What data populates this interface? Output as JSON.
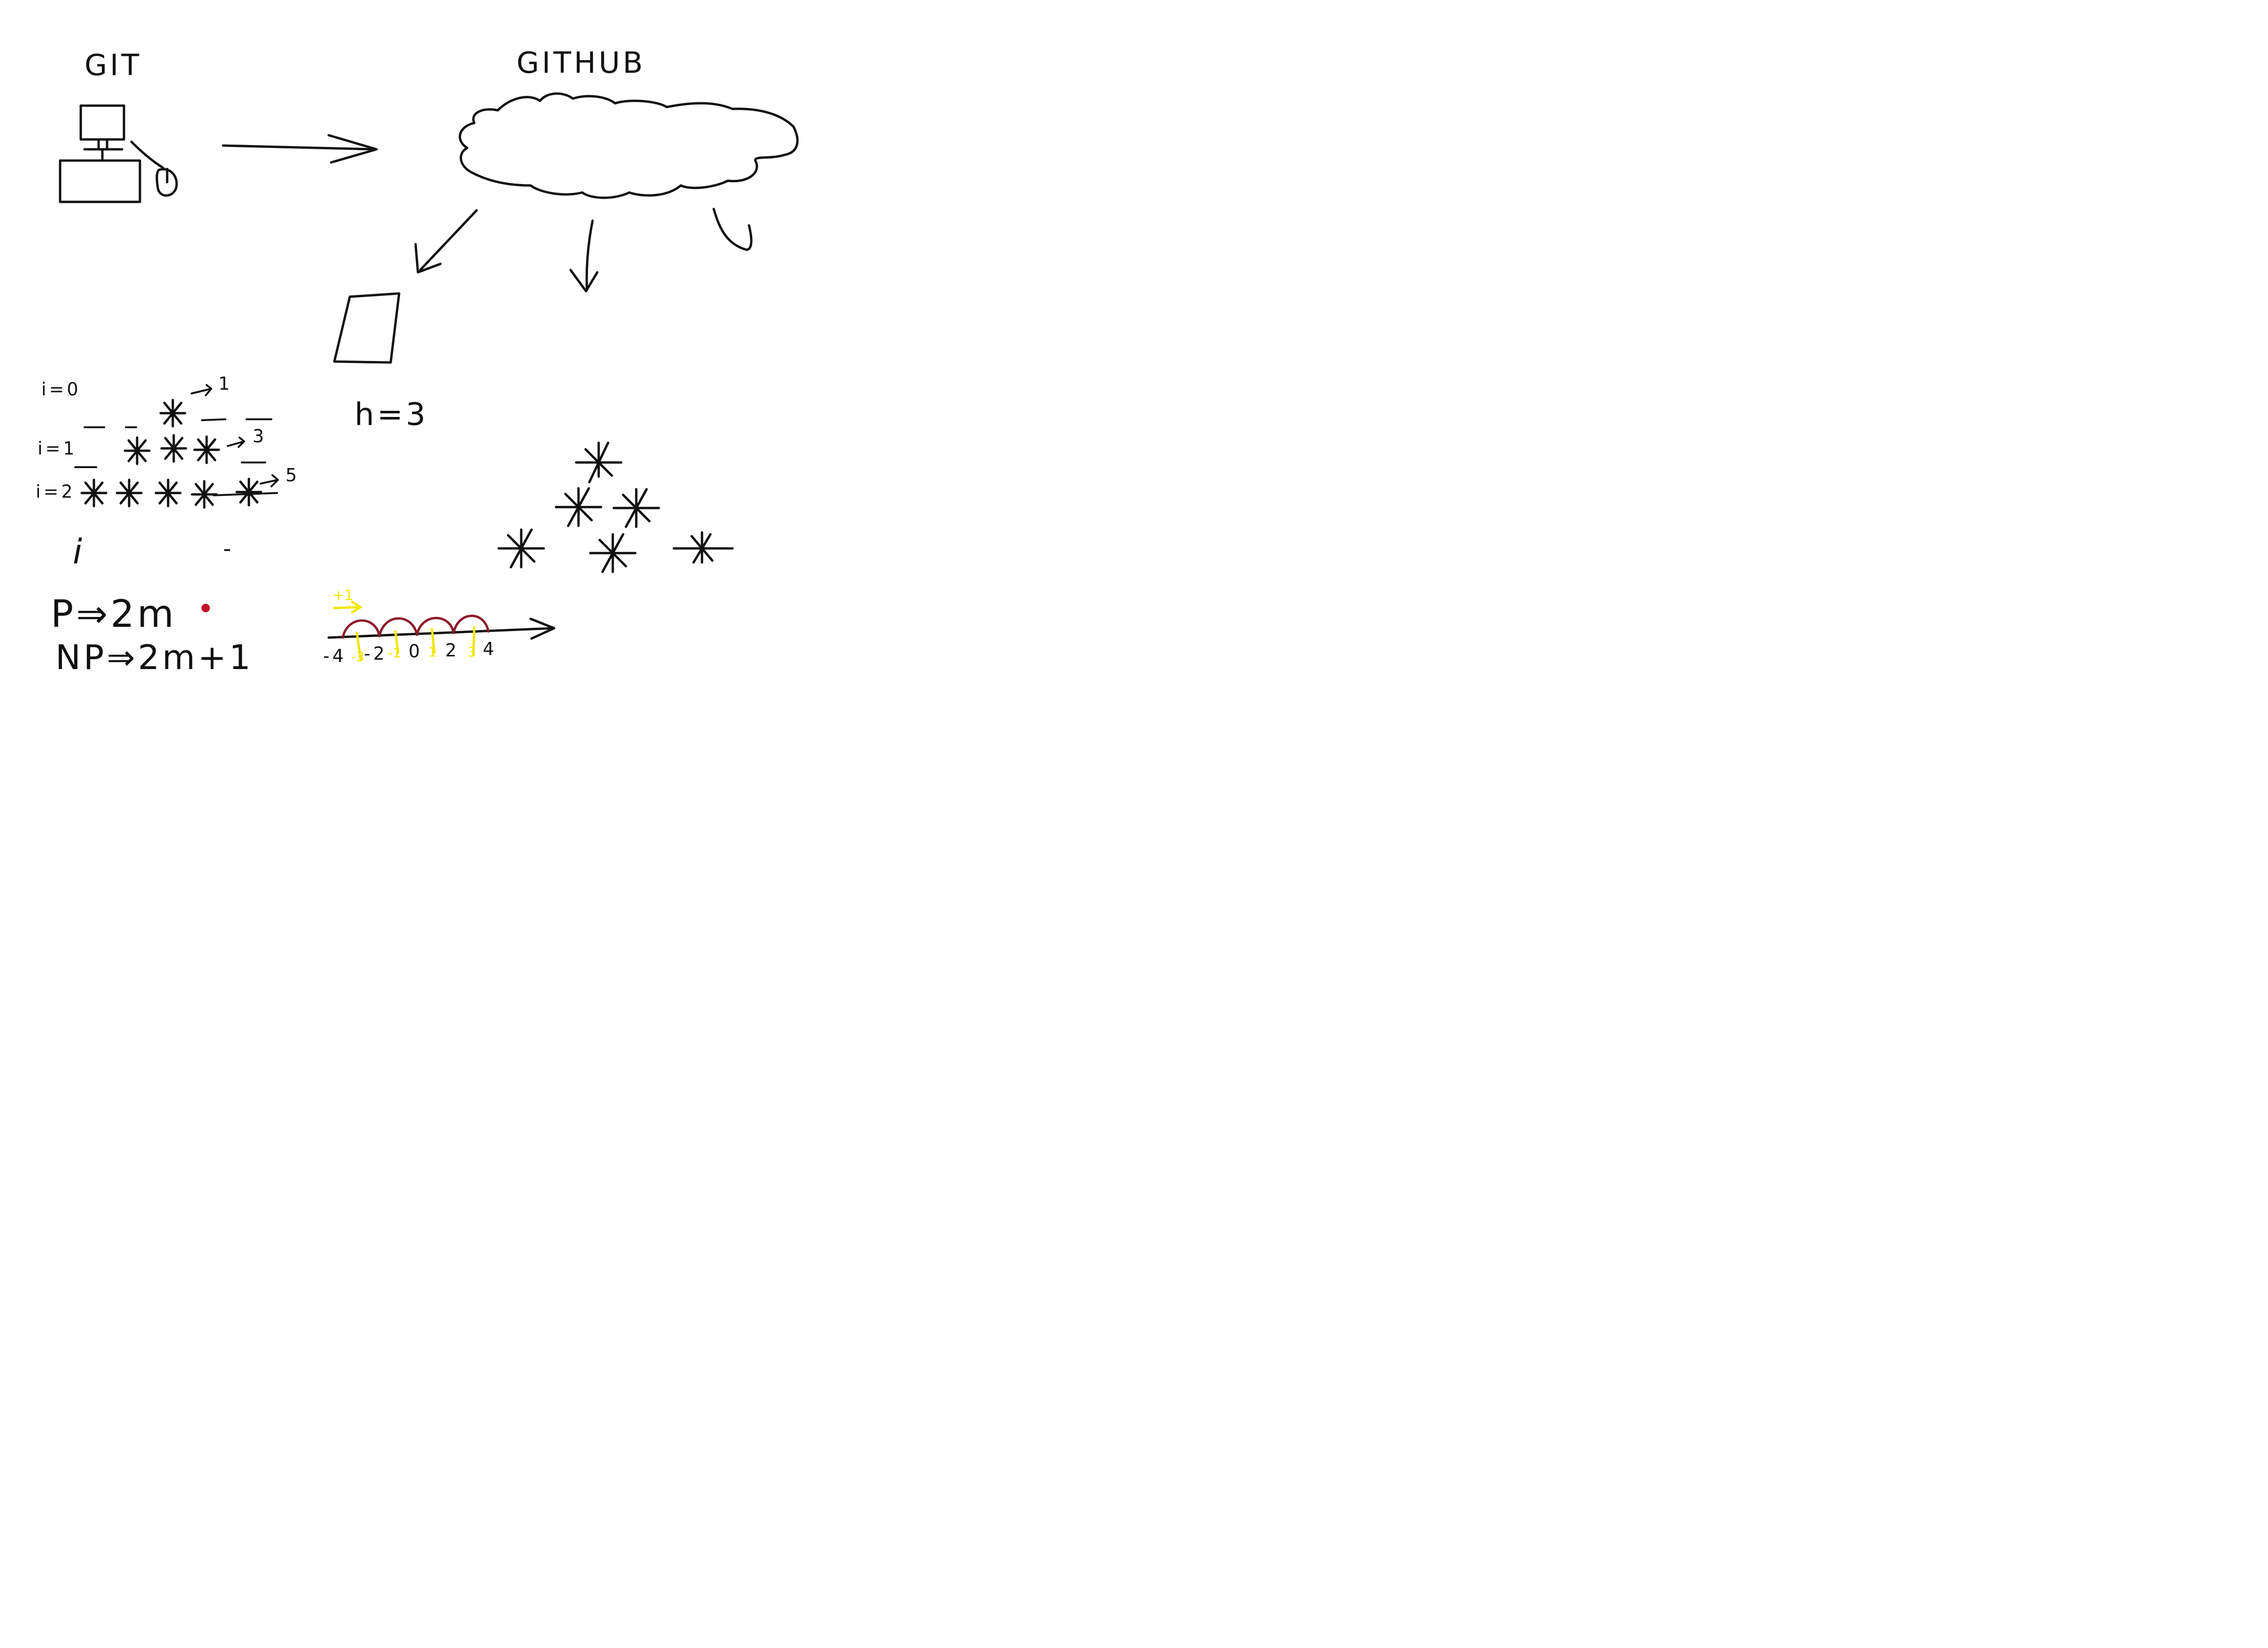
{
  "labels": {
    "git": "GIT",
    "github": "GITHUB",
    "n_eq": "h=3",
    "row0": "i=0",
    "row1": "i=1",
    "row2": "i=2",
    "count1": "1",
    "count3": "3",
    "count5": "5",
    "i_symbol": "i",
    "dash": "-",
    "p_formula": "P⇒2m",
    "np_formula": "NP⇒2m+1",
    "plus_one": "+1"
  },
  "number_line": {
    "ticks": [
      "-4",
      "-2",
      "0",
      "2",
      "4"
    ],
    "minor_ticks": [
      "-3",
      "-1",
      "1",
      "3"
    ]
  },
  "colors": {
    "ink": "#111111",
    "arc": "#8b1a2b",
    "highlight": "#f2e600",
    "dot": "#c0102a"
  },
  "icons": [
    "computer-icon",
    "mouse-icon",
    "cloud-icon",
    "document-icon"
  ]
}
